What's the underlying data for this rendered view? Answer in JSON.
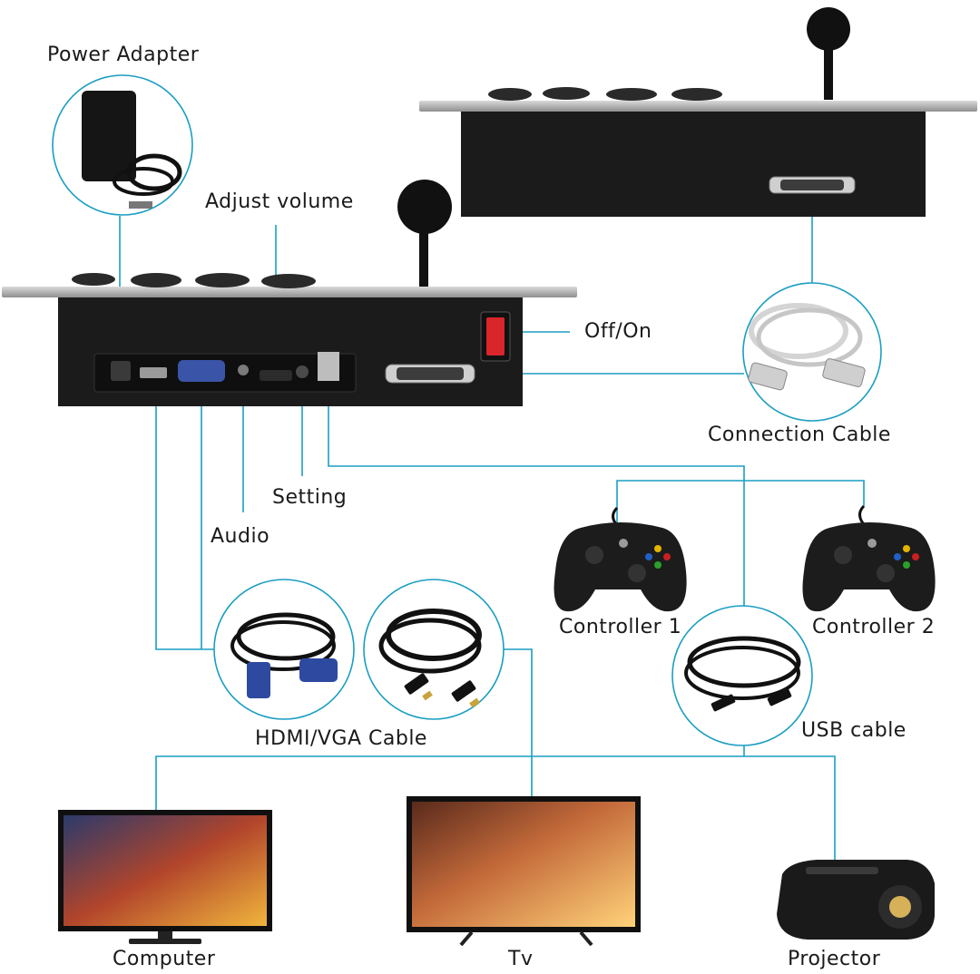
{
  "labels": {
    "power_adapter": "Power Adapter",
    "adjust_volume": "Adjust volume",
    "off_on": "Off/On",
    "connection_cable": "Connection Cable",
    "setting": "Setting",
    "audio": "Audio",
    "controller_1": "Controller 1",
    "controller_2": "Controller 2",
    "hdmi_vga_cable": "HDMI/VGA Cable",
    "usb_cable": "USB cable",
    "computer": "Computer",
    "tv": "Tv",
    "projector": "Projector"
  },
  "colors": {
    "connector_line": "#1a9ec2",
    "device_body": "#1b1b1b",
    "panel_top": "#b9b9b9",
    "switch_red": "#d8262b"
  },
  "icons": [
    "power-adapter-icon",
    "arcade-stick-icon",
    "db25-connector-icon",
    "connection-cable-icon",
    "gamepad-icon",
    "hdmi-vga-cable-icon",
    "hdmi-cable-icon",
    "usb-cable-icon",
    "monitor-icon",
    "tv-icon",
    "projector-icon"
  ]
}
